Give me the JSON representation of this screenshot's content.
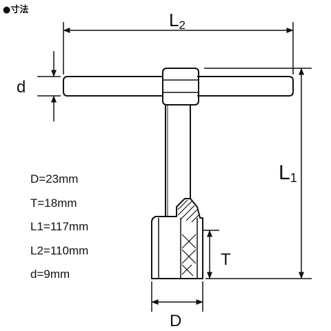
{
  "heading": "●寸法",
  "dim_labels": {
    "l2_main": "L",
    "l2_sub": "2",
    "l1_main": "L",
    "l1_sub": "1",
    "d_small": "d",
    "t": "T",
    "d_big": "D"
  },
  "specs": [
    {
      "text": "D=23mm"
    },
    {
      "text": "T=18mm"
    },
    {
      "text": "L1=117mm"
    },
    {
      "text": "L2=110mm"
    },
    {
      "text": "d=9mm"
    }
  ],
  "colors": {
    "line": "#111111",
    "background": "#ffffff"
  }
}
